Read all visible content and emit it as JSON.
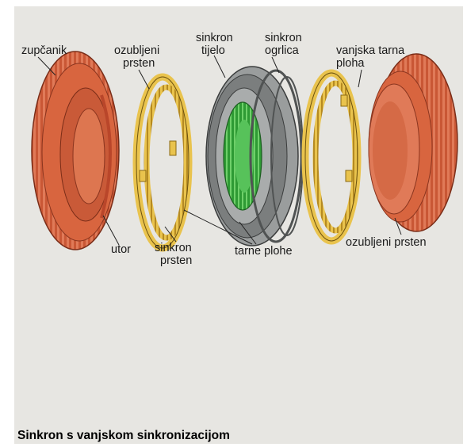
{
  "labels": {
    "zupcanik": "zupčanik",
    "ozubljeni_prsten_l1": "ozubljeni",
    "ozubljeni_prsten_l2": "prsten",
    "sinkron_tijelo_l1": "sinkron",
    "sinkron_tijelo_l2": "tijelo",
    "sinkron_ogrlica_l1": "sinkron",
    "sinkron_ogrlica_l2": "ogrlica",
    "vanjska_tarna_l1": "vanjska tarna",
    "vanjska_tarna_l2": "ploha",
    "utor": "utor",
    "sinkron_prsten_l1": "sinkron",
    "sinkron_prsten_l2": "prsten",
    "tarne_plohe": "tarne plohe",
    "ozubljeni_prsten_right": "ozubljeni prsten"
  },
  "caption": "Sinkron s vanjskom sinkronizacijom",
  "colors": {
    "gear": "#d2603f",
    "gear_dark": "#a8422a",
    "ring_yellow": "#e8c24a",
    "body_grey": "#8f9292",
    "spline_green": "#3fae3f",
    "background": "#e7e6e2"
  }
}
